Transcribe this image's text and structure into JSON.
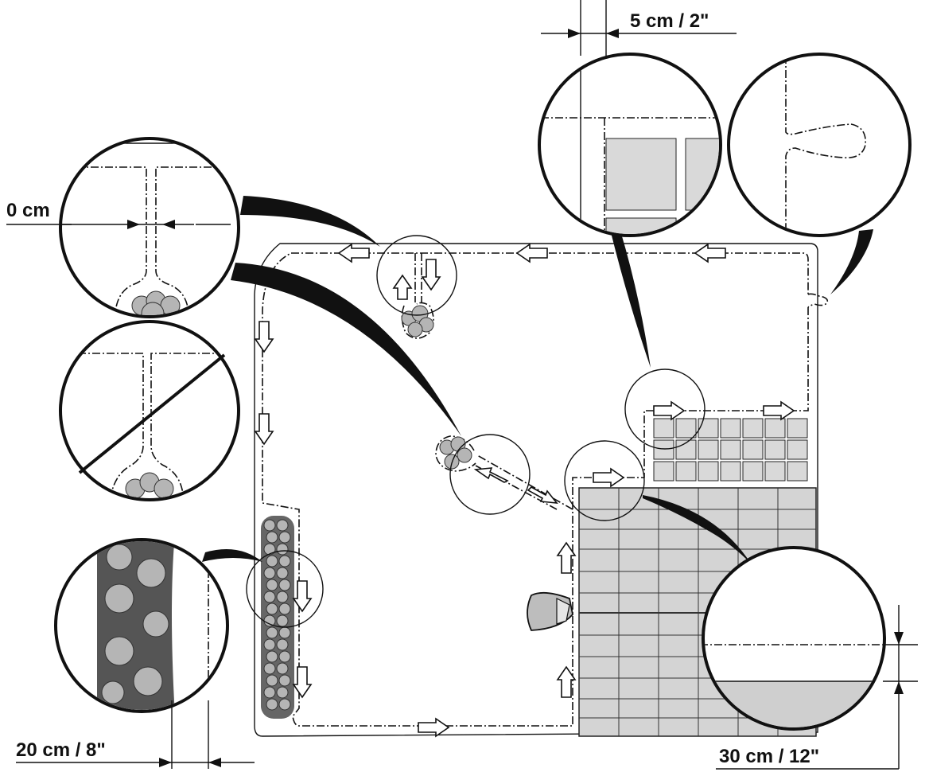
{
  "labels": {
    "top_gap": "5 cm / 2\"",
    "left_gap": "0 cm",
    "hedge_gap": "20 cm / 8\"",
    "paving_gap": "30 cm / 12\""
  }
}
